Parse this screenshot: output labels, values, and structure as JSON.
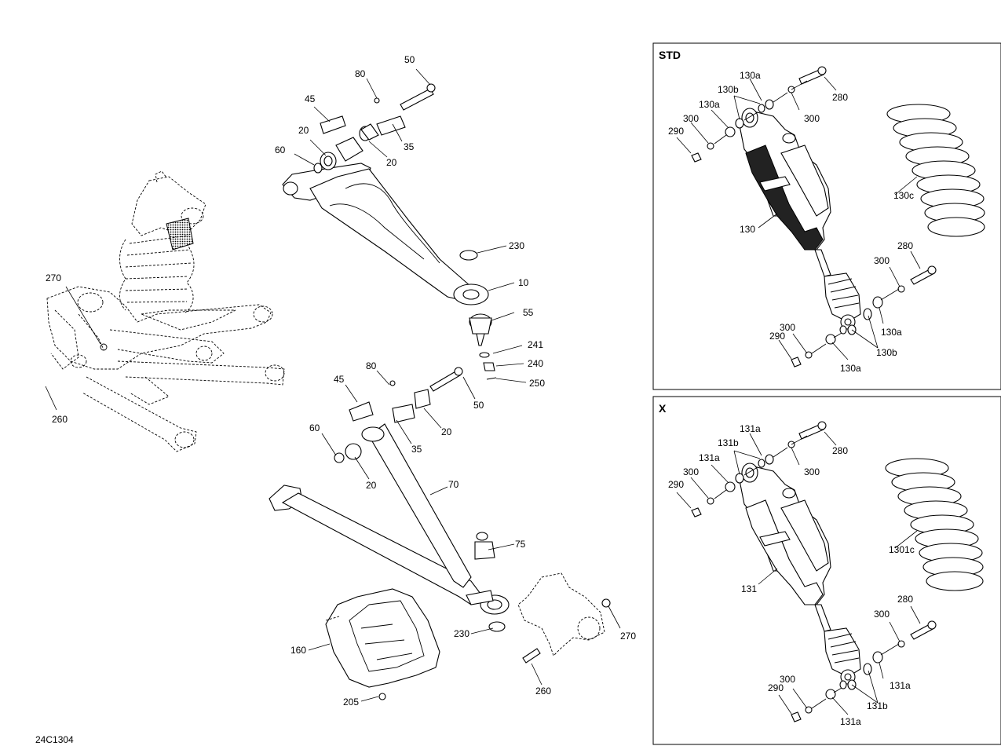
{
  "reference": "24C1304",
  "main": {
    "labels": {
      "l270a": "270",
      "l260a": "260",
      "l50a": "50",
      "l80a": "80",
      "l45a": "45",
      "l20a": "20",
      "l60a": "60",
      "l20b": "20",
      "l35a": "35",
      "l230a": "230",
      "l10": "10",
      "l55": "55",
      "l241": "241",
      "l240": "240",
      "l250": "250",
      "l80b": "80",
      "l45b": "45",
      "l50b": "50",
      "l60b": "60",
      "l20c": "20",
      "l35b": "35",
      "l20d": "20",
      "l70": "70",
      "l75": "75",
      "l230b": "230",
      "l270b": "270",
      "l160": "160",
      "l260b": "260",
      "l205": "205"
    }
  },
  "std_box": {
    "title": "STD",
    "labels": {
      "l130a_1": "130a",
      "l130b_1": "130b",
      "l280_1": "280",
      "l130a_2": "130a",
      "l300_1": "300",
      "l300_2": "300",
      "l290_1": "290",
      "l130c": "130c",
      "l130": "130",
      "l280_2": "280",
      "l300_3": "300",
      "l130a_3": "130a",
      "l300_4": "300",
      "l290_2": "290",
      "l130b_2": "130b",
      "l130a_4": "130a"
    }
  },
  "x_box": {
    "title": "X",
    "labels": {
      "l131a_1": "131a",
      "l131b_1": "131b",
      "l280_1": "280",
      "l131a_2": "131a",
      "l300_1": "300",
      "l300_2": "300",
      "l290_1": "290",
      "l1301c": "1301c",
      "l131": "131",
      "l280_2": "280",
      "l300_3": "300",
      "l131a_3": "131a",
      "l300_4": "300",
      "l290_2": "290",
      "l131b_2": "131b",
      "l131a_4": "131a"
    }
  }
}
